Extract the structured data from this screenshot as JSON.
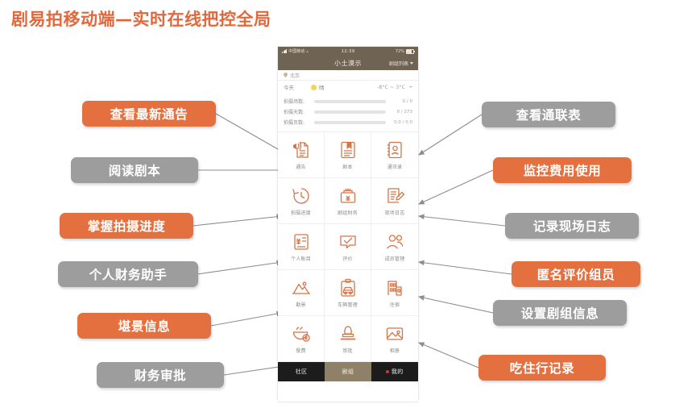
{
  "page": {
    "title": "剧易拍移动端—实时在线把控全局",
    "accent_orange": "#e4703f",
    "accent_gray": "#9d9d9d",
    "phone_header_color": "#6f6354",
    "icon_color": "#d2764a"
  },
  "phone": {
    "status_bar": {
      "carrier": "中国移动",
      "time": "12:39",
      "battery": "72%"
    },
    "nav": {
      "title": "小土漠示",
      "right_label": "剧组列表"
    },
    "city": "北京",
    "weather": {
      "day": "今天",
      "condition": "晴",
      "temperature": "-8°C ~ 3°C"
    },
    "stats": [
      {
        "label": "拍摄场数:",
        "value": "0 / 0",
        "progress": 0
      },
      {
        "label": "拍摄天数:",
        "value": "0 / 273",
        "progress": 0
      },
      {
        "label": "拍摄页数:",
        "value": "0.0 / 0.0",
        "progress": 0
      }
    ],
    "grid": [
      {
        "label": "通告",
        "icon": "announcement-icon"
      },
      {
        "label": "剧本",
        "icon": "script-book-icon"
      },
      {
        "label": "通讯录",
        "icon": "contacts-icon"
      },
      {
        "label": "拍摄进度",
        "icon": "progress-clock-icon"
      },
      {
        "label": "剧组财务",
        "icon": "finance-box-icon"
      },
      {
        "label": "现场日志",
        "icon": "log-pen-icon"
      },
      {
        "label": "个人账目",
        "icon": "personal-ledger-icon"
      },
      {
        "label": "评价",
        "icon": "review-check-icon"
      },
      {
        "label": "成员管理",
        "icon": "members-icon"
      },
      {
        "label": "勘景",
        "icon": "location-scout-icon"
      },
      {
        "label": "车辆管理",
        "icon": "vehicle-icon"
      },
      {
        "label": "住宿",
        "icon": "hotel-icon"
      },
      {
        "label": "餐费",
        "icon": "meal-bowl-icon"
      },
      {
        "label": "审批",
        "icon": "approval-stamp-icon"
      },
      {
        "label": "相册",
        "icon": "photo-album-icon"
      }
    ],
    "tabs": [
      {
        "label": "社区",
        "active": false
      },
      {
        "label": "剧组",
        "active": true
      },
      {
        "label": "我的",
        "active": false
      }
    ]
  },
  "callouts": {
    "left": [
      {
        "label": "查看最新通告",
        "style": "orange"
      },
      {
        "label": "阅读剧本",
        "style": "gray"
      },
      {
        "label": "掌握拍摄进度",
        "style": "orange"
      },
      {
        "label": "个人财务助手",
        "style": "gray"
      },
      {
        "label": "堪景信息",
        "style": "orange"
      },
      {
        "label": "财务审批",
        "style": "gray"
      }
    ],
    "right": [
      {
        "label": "查看通联表",
        "style": "gray"
      },
      {
        "label": "监控费用使用",
        "style": "orange"
      },
      {
        "label": "记录现场日志",
        "style": "gray"
      },
      {
        "label": "匿名评价组员",
        "style": "orange"
      },
      {
        "label": "设置剧组信息",
        "style": "gray"
      },
      {
        "label": "吃住行记录",
        "style": "orange"
      }
    ]
  }
}
